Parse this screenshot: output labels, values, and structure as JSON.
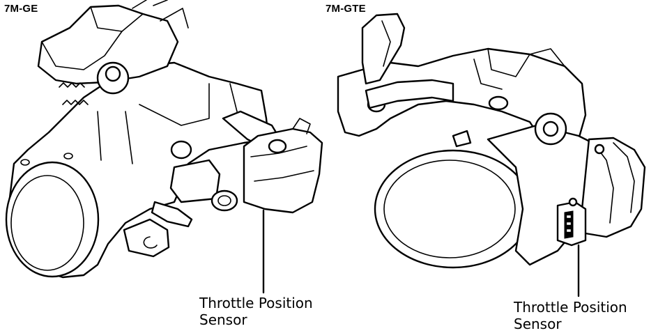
{
  "figure": {
    "left_model": "7M-GE",
    "right_model": "7M-GTE",
    "left_callout": {
      "line1": "Throttle Position",
      "line2": "Sensor"
    },
    "right_callout": {
      "line1": "Throttle Position",
      "line2": "Sensor"
    }
  }
}
